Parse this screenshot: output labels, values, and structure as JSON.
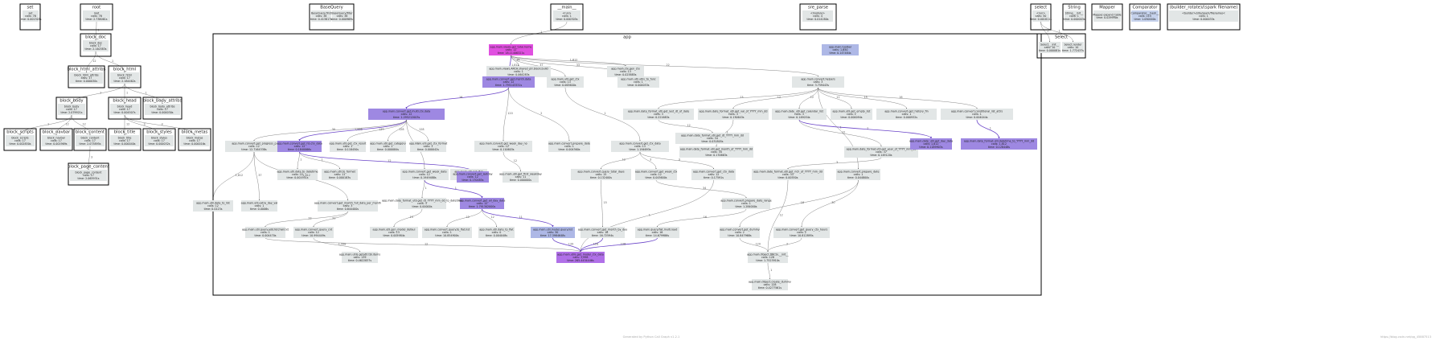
{
  "colors": {
    "default_fill": "#e2e6e6",
    "blue_fill": "#aeb8e6",
    "purple_fill": "#9e88e2",
    "magenta_fill": "#e050e0",
    "hot_fill": "#b070e8",
    "light_blue_fill": "#c6d2ec",
    "purple_edge": "#6a44c8"
  },
  "frames": [
    {
      "id": "set",
      "title": "set"
    },
    {
      "id": "root",
      "title": "root"
    },
    {
      "id": "bq",
      "title": "BaseQuery"
    },
    {
      "id": "main",
      "title": "__main__"
    },
    {
      "id": "sreg",
      "title": "sre_parse"
    },
    {
      "id": "sel",
      "title": "select"
    },
    {
      "id": "str",
      "title": "String"
    },
    {
      "id": "map",
      "title": "Mapper"
    },
    {
      "id": "cmp",
      "title": "Comparator"
    },
    {
      "id": "bdr",
      "title": "(builder_rotate)/(spark filename)"
    },
    {
      "id": "sobj",
      "title": "Select"
    },
    {
      "id": "app",
      "title": "app"
    },
    {
      "id": "bdoc",
      "title": "block_doc"
    },
    {
      "id": "bha",
      "title": "block_html_attribs"
    },
    {
      "id": "bhtml",
      "title": "block_html"
    },
    {
      "id": "bbody",
      "title": "block_body"
    },
    {
      "id": "bhead",
      "title": "block_head"
    },
    {
      "id": "bba",
      "title": "block_body_attribs"
    },
    {
      "id": "bscr",
      "title": "block_scripts"
    },
    {
      "id": "bnav",
      "title": "block_navbar"
    },
    {
      "id": "bcon",
      "title": "block_content"
    },
    {
      "id": "btit",
      "title": "block_title"
    },
    {
      "id": "bsty",
      "title": "block_styles"
    },
    {
      "id": "bmet",
      "title": "block_metas"
    },
    {
      "id": "bpc",
      "title": "block_page_content"
    }
  ],
  "nodes": [
    {
      "id": "n_set",
      "fill": "default",
      "lines": [
        "set",
        "calls: 76",
        "time: 0.001303s"
      ]
    },
    {
      "id": "n_root",
      "fill": "default",
      "lines": [
        "root",
        "calls: 76",
        "time: 2.738061s"
      ]
    },
    {
      "id": "n_bq1",
      "fill": "default",
      "lines": [
        "BaseQuery.first",
        "calls: 38",
        "time: 0.413817s"
      ]
    },
    {
      "id": "n_bq2",
      "fill": "default",
      "lines": [
        "BaseQuery.filter",
        "calls: 38",
        "time: 0.000969s"
      ]
    },
    {
      "id": "n_main",
      "fill": "default",
      "lines": [
        "<run>",
        "calls: 1",
        "time: 0.000305s"
      ]
    },
    {
      "id": "n_sre",
      "fill": "default",
      "lines": [
        "<module>",
        "calls: 4",
        "time: 0.014280s"
      ]
    },
    {
      "id": "n_sel",
      "fill": "default",
      "lines": [
        "<run>",
        "calls: 50",
        "time: 0.001811s"
      ]
    },
    {
      "id": "n_str",
      "fill": "default",
      "lines": [
        "String.__init__",
        "calls: 1",
        "time: 0.000003s"
      ]
    },
    {
      "id": "n_map",
      "fill": "default",
      "lines": [
        "Mapper.expand_table",
        "time: 0.029990s"
      ]
    },
    {
      "id": "n_cmp",
      "fill": "light_blue",
      "lines": [
        "Comparator.__hash__",
        "calls: 115",
        "time: 1.050000s"
      ]
    },
    {
      "id": "n_bdr",
      "fill": "default",
      "lines": [
        "<builder>/site/spark/filename/<",
        "calls: 1",
        "time: 0.000033s"
      ]
    },
    {
      "id": "n_sobj1",
      "fill": "default",
      "lines": [
        "Select.__init__",
        "calls: 10",
        "time: 0.000081s"
      ]
    },
    {
      "id": "n_sobj2",
      "fill": "default",
      "lines": [
        "Select.render",
        "calls: 10",
        "time: 1.772437s"
      ]
    },
    {
      "id": "n_bdoc",
      "fill": "default",
      "lines": [
        "block_doc",
        "calls: 17",
        "time: 2.140383s"
      ]
    },
    {
      "id": "n_bha",
      "fill": "default",
      "lines": [
        "block_html_attribs",
        "calls: 17",
        "time: 0.000030s"
      ]
    },
    {
      "id": "n_bhtml",
      "fill": "default",
      "lines": [
        "block_html",
        "calls: 17",
        "time: 2.184462s"
      ]
    },
    {
      "id": "n_bbody",
      "fill": "default",
      "lines": [
        "block_body",
        "calls: 17",
        "time: 2.079921s"
      ]
    },
    {
      "id": "n_bhead",
      "fill": "default",
      "lines": [
        "block_head",
        "calls: 17",
        "time: 0.004507s"
      ]
    },
    {
      "id": "n_bba",
      "fill": "default",
      "lines": [
        "block_body_attribs",
        "calls: 17",
        "time: 0.000030s"
      ]
    },
    {
      "id": "n_bscr",
      "fill": "default",
      "lines": [
        "block_scripts",
        "calls: 17",
        "time: 0.002850s"
      ]
    },
    {
      "id": "n_bnav",
      "fill": "default",
      "lines": [
        "block_navbar",
        "calls: 17",
        "time: 0.001969s"
      ]
    },
    {
      "id": "n_bcon",
      "fill": "default",
      "lines": [
        "block_content",
        "calls: 17",
        "time: 2.073895s"
      ]
    },
    {
      "id": "n_btit",
      "fill": "default",
      "lines": [
        "block_title",
        "calls: 17",
        "time: 0.000040s"
      ]
    },
    {
      "id": "n_bsty",
      "fill": "default",
      "lines": [
        "block_styles",
        "calls: 17",
        "time: 0.000032s"
      ]
    },
    {
      "id": "n_bmet",
      "fill": "default",
      "lines": [
        "block_metas",
        "calls: 17",
        "time: 0.000016s"
      ]
    },
    {
      "id": "n_bpc",
      "fill": "default",
      "lines": [
        "block_page_content",
        "calls: 17",
        "time: 2.063931s"
      ]
    },
    {
      "id": "a_root",
      "fill": "magenta",
      "lines": [
        "app.main.views.get_total.home",
        "calls: 12",
        "time: 18.11406321s"
      ]
    },
    {
      "id": "a_l1",
      "fill": "default",
      "lines": [
        "app.main.views.ARCH.shared_ptr.block.build",
        "calls: 1",
        "time: 0.064283s"
      ]
    },
    {
      "id": "a_l2",
      "fill": "default",
      "lines": [
        "app.main.ctx.gen_ctx",
        "calls: 13",
        "time: 0.023885s"
      ]
    },
    {
      "id": "a_toolbar",
      "fill": "blue",
      "lines": [
        "app.main.toolbar",
        "calls: 1,650",
        "time: 0.147484s"
      ]
    },
    {
      "id": "a_conv",
      "fill": "purple",
      "lines": [
        "app.main.convert.get.month.data",
        "calls: 12",
        "time: 1.795143331s"
      ]
    },
    {
      "id": "a_ctx",
      "fill": "default",
      "lines": [
        "app.main.util.get_ctx",
        "calls: 13",
        "time: 0.063600s"
      ]
    },
    {
      "id": "a_utils",
      "fill": "default",
      "lines": [
        "app.main.util.utils_to_func",
        "calls: 1",
        "time: 0.000053s"
      ]
    },
    {
      "id": "a_helpers",
      "fill": "default",
      "lines": [
        "app.main.convert.helpers",
        "calls: 3",
        "time: 3.759443s"
      ]
    },
    {
      "id": "a_dt1",
      "fill": "default",
      "lines": [
        "app.main.date_format_util.get_last_dt_of_date",
        "calls: 3",
        "time: 0.221683s"
      ]
    },
    {
      "id": "a_dt2",
      "fill": "default",
      "lines": [
        "app.main.date_format_util.get_val_of_YYYY_mm_dd",
        "calls: 3",
        "time: 0.130643s"
      ]
    },
    {
      "id": "a_dt3",
      "fill": "default",
      "lines": [
        "app.main.date_util.get_calendar_list",
        "calls: 3",
        "time: 0.149034s"
      ]
    },
    {
      "id": "a_dt4",
      "fill": "default",
      "lines": [
        "app.main.util.get_empty_list",
        "calls: 1",
        "time: 0.000094s"
      ]
    },
    {
      "id": "a_dt5",
      "fill": "default",
      "lines": [
        "app.main.convert.get_history_fin",
        "calls: 1",
        "time: 0.000932s"
      ]
    },
    {
      "id": "a_dt6",
      "fill": "default",
      "lines": [
        "app.main.convert.conditional_list_attrs",
        "calls: 1",
        "time: 0.004044s"
      ]
    },
    {
      "id": "a_multi",
      "fill": "purple",
      "lines": [
        "app.main.convert.get.multi.ctx.data",
        "calls: 12",
        "time: 1.295212003s"
      ]
    },
    {
      "id": "a_prog",
      "fill": "default",
      "lines": [
        "app.main.convert.get_progress_p",
        "calls: 12",
        "time: 12.7164338s"
      ]
    },
    {
      "id": "a_hb",
      "fill": "purple",
      "lines": [
        "app.main.convert.get_hb.ctx_data",
        "calls: 12",
        "time: 0.1840066s"
      ]
    },
    {
      "id": "a_ut1",
      "fill": "default",
      "lines": [
        "app.main.util.get_ctx_result",
        "calls: 1",
        "time: 0.118450s"
      ]
    },
    {
      "id": "a_ut2",
      "fill": "default",
      "lines": [
        "app.main.util.get_category",
        "calls: 1",
        "time: 0.000084s"
      ]
    },
    {
      "id": "a_ut3",
      "fill": "default",
      "lines": [
        "app.main.util.get_ctx_format",
        "calls: 1",
        "time: 0.000042s"
      ]
    },
    {
      "id": "a_wd",
      "fill": "default",
      "lines": [
        "app.main.convert.get_week_day_no",
        "calls: 12",
        "time: 0.110603s"
      ]
    },
    {
      "id": "a_pm",
      "fill": "default",
      "lines": [
        "app.main.convert.prepare_date",
        "calls: 1",
        "time: 0.004360s"
      ]
    },
    {
      "id": "a_ctxdata",
      "fill": "default",
      "lines": [
        "app.main.convert.get_ctx_data",
        "calls: 13",
        "time: 1.194693s"
      ]
    },
    {
      "id": "a_fmt1",
      "fill": "default",
      "lines": [
        "app.main.date_format.util.get_dt_YYYY_mm_dd",
        "calls: 34",
        "time: 0.031805s"
      ]
    },
    {
      "id": "a_fmt2",
      "fill": "default",
      "lines": [
        "app.main.date_format.util.get_month_of_YYYY_mm_dd",
        "calls: 34",
        "time: 0.170663s"
      ]
    },
    {
      "id": "a_fmt3",
      "fill": "default",
      "lines": [
        "app.main.date_format.util.get_year_of_YYYY_mm_dd",
        "calls: 37",
        "time: 0.149120s"
      ]
    },
    {
      "id": "a_dayfmt",
      "fill": "purple",
      "lines": [
        "app.main.date_util.get_day_data",
        "calls: 1,812",
        "time: 0.1189903s"
      ]
    },
    {
      "id": "a_yyyy",
      "fill": "purple",
      "lines": [
        "app.main.date_format.util.datetime_to_YYYY_mm_dd",
        "calls: 1,812",
        "time: 0.128448s"
      ]
    },
    {
      "id": "a_ut4",
      "fill": "default",
      "lines": [
        "app.main.util.date.to_datetime",
        "calls: 22",
        "time: 0.001951s"
      ]
    },
    {
      "id": "a_ut5",
      "fill": "default",
      "lines": [
        "app.main.util.to_format",
        "calls: 11",
        "time: 0.000183s"
      ]
    },
    {
      "id": "a_ut6",
      "fill": "default",
      "lines": [
        "app.main.util.get_flat",
        "calls: 1",
        "time: 0.000051s"
      ]
    },
    {
      "id": "a_week",
      "fill": "default",
      "lines": [
        "app.main.convert.get_week_data",
        "calls: 12",
        "time: 0.1949488s"
      ]
    },
    {
      "id": "a_lastday",
      "fill": "purple",
      "lines": [
        "app.main.convert.get_lastday",
        "calls: 12",
        "time: 0.170485s"
      ]
    },
    {
      "id": "a_monday",
      "fill": "default",
      "lines": [
        "app.main.util.get_first_weekday",
        "calls: 11",
        "time: 0.000000s"
      ]
    },
    {
      "id": "a_totdays",
      "fill": "default",
      "lines": [
        "app.main.convert.query_total_days",
        "calls: 15",
        "time: 0.132400s"
      ]
    },
    {
      "id": "a_wmid",
      "fill": "default",
      "lines": [
        "app.main.convert.get_week_ctx",
        "calls: 12",
        "time: 0.043600s"
      ]
    },
    {
      "id": "a_weekctx",
      "fill": "default",
      "lines": [
        "app.main.convert.get_ctx_data",
        "calls: 12",
        "time: 0.17591s"
      ]
    },
    {
      "id": "a_fmt4",
      "fill": "default",
      "lines": [
        "app.main.date_format.util.get_rich_of_YYYY_mm_dd",
        "calls: 33",
        "time: 0.00550s"
      ]
    },
    {
      "id": "a_convert3",
      "fill": "default",
      "lines": [
        "app.main.convert.prepare_date",
        "calls: 1",
        "time: 0.044800s"
      ]
    },
    {
      "id": "a_alldays",
      "fill": "purple",
      "lines": [
        "app.main.convert.get_all_day_data",
        "calls: 12",
        "time: 1.791302000s"
      ]
    },
    {
      "id": "a_allday2",
      "fill": "default",
      "lines": [
        "app.main.date_format_util.get_dt_YYYY_mm_dd_to_datetime",
        "calls: 3",
        "time: 0.00000s"
      ]
    },
    {
      "id": "a_dif",
      "fill": "default",
      "lines": [
        "app.main.convert.prepare_date_range",
        "calls: 1",
        "time: 1.284000s"
      ]
    },
    {
      "id": "a_bigm",
      "fill": "default",
      "lines": [
        "app.main.convert.get_month_full_data_per_month",
        "calls: 3",
        "time: 0.644400s"
      ]
    },
    {
      "id": "a_x1",
      "fill": "default",
      "lines": [
        "app.main.util.data_to_list",
        "calls: 12",
        "time: 0.0123s"
      ]
    },
    {
      "id": "a_x2",
      "fill": "default",
      "lines": [
        "app.main.util.extra_day_val",
        "calls: 1",
        "time: 0.0006s"
      ]
    },
    {
      "id": "a_q1",
      "fill": "default",
      "lines": [
        "app.main.util.query.add.fetchall.txt",
        "calls: 1",
        "time: 0.004470s"
      ]
    },
    {
      "id": "a_q2",
      "fill": "default",
      "lines": [
        "app.main.convert.query_cnt",
        "calls: 12",
        "time: 10.994449s"
      ]
    },
    {
      "id": "a_q3",
      "fill": "default",
      "lines": [
        "app.main.util.gen_model_defaul",
        "calls: 13",
        "time: 0.005984s"
      ]
    },
    {
      "id": "a_q4",
      "fill": "default",
      "lines": [
        "app.main.convert.query.to_flat.list",
        "calls: 1",
        "time: 10.854900s"
      ]
    },
    {
      "id": "a_q5",
      "fill": "default",
      "lines": [
        "app.main.util.date_to_flat",
        "calls: 0",
        "time: 0.004048s"
      ]
    },
    {
      "id": "a_q6",
      "fill": "blue",
      "lines": [
        "app.main.util.model.query.list",
        "calls: 30",
        "time: 17.3984648s"
      ]
    },
    {
      "id": "a_q7",
      "fill": "default",
      "lines": [
        "app.main.convert.get_month_by_day",
        "calls: 16",
        "time: 16.72594s"
      ]
    },
    {
      "id": "a_q8",
      "fill": "default",
      "lines": [
        "app.main.query.flat.multi.load",
        "calls: 16",
        "time: 14.679986s"
      ]
    },
    {
      "id": "a_q9",
      "fill": "default",
      "lines": [
        "app.main.convert.get_dummy",
        "calls: 2",
        "time: 10.847968s"
      ]
    },
    {
      "id": "a_q10",
      "fill": "default",
      "lines": [
        "app.main.convert.get_query_ctx_hours",
        "calls: 2",
        "time: 10.812895s"
      ]
    },
    {
      "id": "a_out1",
      "fill": "default",
      "lines": [
        "app.main.utils.getattr.tbl.items",
        "calls: 139",
        "time: 0.4622837s"
      ]
    },
    {
      "id": "a_out2",
      "fill": "hot",
      "lines": [
        "app.main.utils.get_model_ctx_data",
        "calls: 1,998",
        "time: 265.4434446s"
      ]
    },
    {
      "id": "a_out3",
      "fill": "default",
      "lines": [
        "app.main.Object.DBCtx.__init__",
        "calls: 128",
        "time: 1.7523910s"
      ]
    },
    {
      "id": "a_out4",
      "fill": "default",
      "lines": [
        "app.main.Object.create_dummy",
        "calls: 128",
        "time: 0.4277561s"
      ]
    }
  ],
  "edge_labels": [
    "1",
    "12",
    "1",
    "1",
    "1",
    "1",
    "1",
    "12",
    "12",
    "12",
    "3",
    "3",
    "3",
    "1",
    "1",
    "1",
    "34",
    "1,812",
    "1,812",
    "37",
    "33",
    "22",
    "13",
    "12",
    "12",
    "11",
    "15",
    "16",
    "16",
    "30",
    "1,998",
    "139",
    "128",
    "128",
    "120",
    "2",
    "1",
    "12"
  ],
  "footer": "Generated by Python Call Graph v1.2.1",
  "watermark": "https://blog.csdn.net/qq_45887513"
}
